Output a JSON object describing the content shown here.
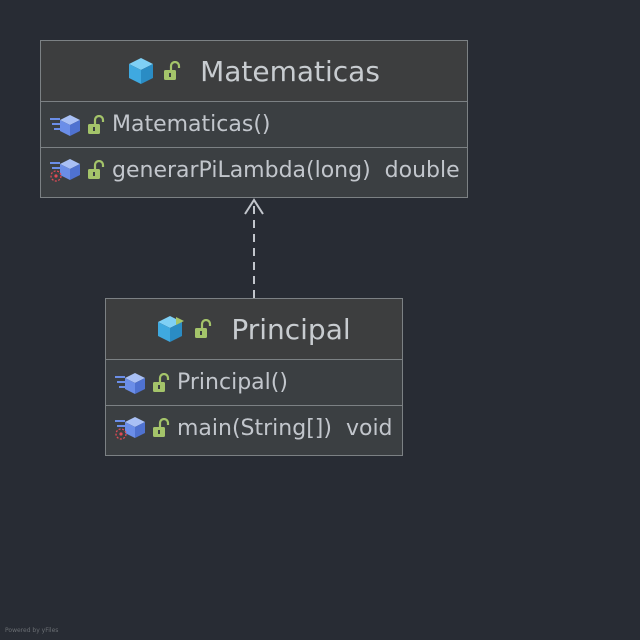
{
  "diagram": {
    "classes": [
      {
        "name": "Matematicas",
        "kind": "class",
        "visibility": "public",
        "members": [
          {
            "signature": "Matematicas()",
            "type": "",
            "kind": "constructor",
            "static": false,
            "visibility": "public"
          },
          {
            "signature": "generarPiLambda(long)",
            "type": "double",
            "kind": "method",
            "static": true,
            "visibility": "public"
          }
        ]
      },
      {
        "name": "Principal",
        "kind": "class",
        "visibility": "public",
        "members": [
          {
            "signature": "Principal()",
            "type": "",
            "kind": "constructor",
            "static": false,
            "visibility": "public"
          },
          {
            "signature": "main(String[])",
            "type": "void",
            "kind": "method",
            "static": true,
            "visibility": "public"
          }
        ]
      }
    ],
    "relations": [
      {
        "from": "Principal",
        "to": "Matematicas",
        "type": "dependency",
        "style": "dashed",
        "arrow": "open"
      }
    ],
    "footer_credit": "Powered by yFiles"
  },
  "colors": {
    "background": "#282c34",
    "class_fill": "#3b3f42",
    "border": "#7c8184",
    "class_icon": "#3fa9e0",
    "member_icon": "#6b8ee8",
    "lock_icon": "#a4c46a",
    "static_marker": "#e04a55"
  }
}
